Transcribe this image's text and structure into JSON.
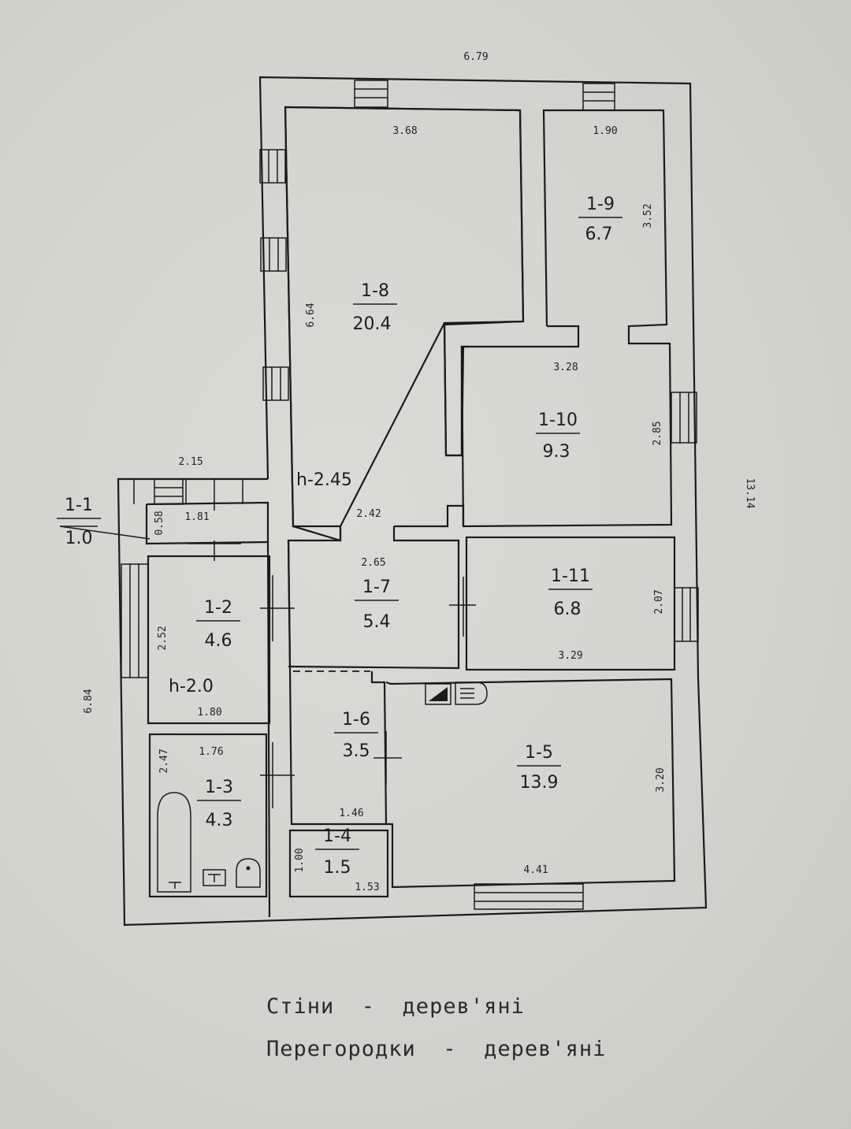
{
  "rooms": [
    {
      "id": "1-1",
      "area": "1.0"
    },
    {
      "id": "1-2",
      "area": "4.6"
    },
    {
      "id": "1-3",
      "area": "4.3"
    },
    {
      "id": "1-4",
      "area": "1.5"
    },
    {
      "id": "1-5",
      "area": "13.9"
    },
    {
      "id": "1-6",
      "area": "3.5"
    },
    {
      "id": "1-7",
      "area": "5.4"
    },
    {
      "id": "1-8",
      "area": "20.4"
    },
    {
      "id": "1-9",
      "area": "6.7"
    },
    {
      "id": "1-10",
      "area": "9.3"
    },
    {
      "id": "1-11",
      "area": "6.8"
    }
  ],
  "heights": {
    "main": "h-2.45",
    "room_1_2": "h-2.0"
  },
  "dimensions": {
    "top_overall": "6.79",
    "right_overall": "13.14",
    "left_annex": "6.84",
    "top_annex": "2.15",
    "d_1_8_width": "3.68",
    "d_1_8_height": "6.64",
    "d_1_9_width": "1.90",
    "d_1_9_height": "3.52",
    "d_1_10_width": "3.28",
    "d_1_10_height": "2.85",
    "d_1_1_width": "1.81",
    "d_1_1_height": "0.58",
    "d_1_7_top": "2.42",
    "d_1_7_width": "2.65",
    "d_1_11_width": "3.29",
    "d_1_11_height": "2.07",
    "d_1_2_height": "2.52",
    "d_1_2_width": "1.80",
    "d_1_3_width": "1.76",
    "d_1_3_height": "2.47",
    "d_1_6_width": "1.46",
    "d_1_4_height": "1.00",
    "d_1_4_width": "1.53",
    "d_1_5_width": "4.41",
    "d_1_5_height": "3.20"
  },
  "legend": {
    "walls": "Стіни  -  дерев'яні",
    "partitions": "Перегородки  -  дерев'яні"
  }
}
